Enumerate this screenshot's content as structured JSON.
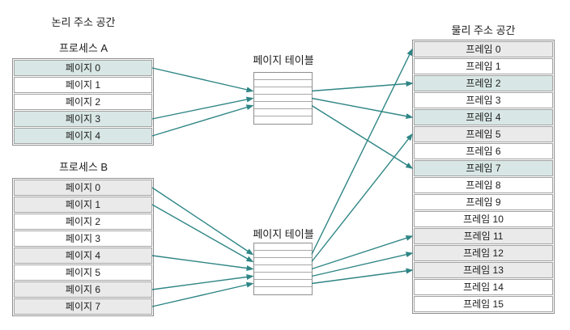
{
  "title_logical": "논리 주소 공간",
  "title_physical": "물리 주소 공간",
  "process_a": {
    "label": "프로세스 A",
    "pages": [
      {
        "label": "페이지 0",
        "highlight": "teal"
      },
      {
        "label": "페이지 1",
        "highlight": "none"
      },
      {
        "label": "페이지 2",
        "highlight": "none"
      },
      {
        "label": "페이지 3",
        "highlight": "teal"
      },
      {
        "label": "페이지 4",
        "highlight": "teal"
      }
    ]
  },
  "process_b": {
    "label": "프로세스 B",
    "pages": [
      {
        "label": "페이지 0",
        "highlight": "gray"
      },
      {
        "label": "페이지 1",
        "highlight": "gray"
      },
      {
        "label": "페이지 2",
        "highlight": "none"
      },
      {
        "label": "페이지 3",
        "highlight": "none"
      },
      {
        "label": "페이지 4",
        "highlight": "gray"
      },
      {
        "label": "페이지 5",
        "highlight": "none"
      },
      {
        "label": "페이지 6",
        "highlight": "gray"
      },
      {
        "label": "페이지 7",
        "highlight": "gray"
      }
    ]
  },
  "page_table_a": {
    "label": "페이지 테이블",
    "row_count": 7
  },
  "page_table_b": {
    "label": "페이지 테이블",
    "row_count": 7
  },
  "physical": {
    "frames": [
      {
        "label": "프레임 0",
        "highlight": "gray"
      },
      {
        "label": "프레임 1",
        "highlight": "none"
      },
      {
        "label": "프레임 2",
        "highlight": "teal"
      },
      {
        "label": "프레임 3",
        "highlight": "none"
      },
      {
        "label": "프레임 4",
        "highlight": "teal"
      },
      {
        "label": "프레임 5",
        "highlight": "gray"
      },
      {
        "label": "프레임 6",
        "highlight": "none"
      },
      {
        "label": "프레임 7",
        "highlight": "teal"
      },
      {
        "label": "프레임 8",
        "highlight": "none"
      },
      {
        "label": "프레임 9",
        "highlight": "none"
      },
      {
        "label": "프레임 10",
        "highlight": "none"
      },
      {
        "label": "프레임 11",
        "highlight": "gray"
      },
      {
        "label": "프레임 12",
        "highlight": "gray"
      },
      {
        "label": "프레임 13",
        "highlight": "gray"
      },
      {
        "label": "프레임 14",
        "highlight": "none"
      },
      {
        "label": "프레임 15",
        "highlight": "none"
      }
    ]
  },
  "colors": {
    "arrow": "#2f8585",
    "highlight_teal": "#d8e7e5",
    "highlight_gray": "#eaeaea",
    "border": "#8f8f8f"
  },
  "arrows": [
    {
      "from": "pageA0",
      "to": "ptA-r2"
    },
    {
      "from": "pageA3",
      "to": "ptA-r3"
    },
    {
      "from": "pageA4",
      "to": "ptA-r4"
    },
    {
      "from": "ptA-r2",
      "to": "frame2"
    },
    {
      "from": "ptA-r3",
      "to": "frame4"
    },
    {
      "from": "ptA-r4",
      "to": "frame7"
    },
    {
      "from": "pageB0",
      "to": "ptB-r1"
    },
    {
      "from": "pageB1",
      "to": "ptB-r2"
    },
    {
      "from": "pageB4",
      "to": "ptB-r3"
    },
    {
      "from": "pageB6",
      "to": "ptB-r4"
    },
    {
      "from": "pageB7",
      "to": "ptB-r5"
    },
    {
      "from": "ptB-r1",
      "to": "frame0"
    },
    {
      "from": "ptB-r2",
      "to": "frame5"
    },
    {
      "from": "ptB-r3",
      "to": "frame11"
    },
    {
      "from": "ptB-r4",
      "to": "frame12"
    },
    {
      "from": "ptB-r5",
      "to": "frame13"
    }
  ],
  "mappings": [
    {
      "process": "프로세스 A",
      "page": "페이지 0",
      "frame": "프레임 2"
    },
    {
      "process": "프로세스 A",
      "page": "페이지 3",
      "frame": "프레임 4"
    },
    {
      "process": "프로세스 A",
      "page": "페이지 4",
      "frame": "프레임 7"
    },
    {
      "process": "프로세스 B",
      "page": "페이지 0",
      "frame": "프레임 0"
    },
    {
      "process": "프로세스 B",
      "page": "페이지 1",
      "frame": "프레임 5"
    },
    {
      "process": "프로세스 B",
      "page": "페이지 4",
      "frame": "프레임 11"
    },
    {
      "process": "프로세스 B",
      "page": "페이지 6",
      "frame": "프레임 12"
    },
    {
      "process": "프로세스 B",
      "page": "페이지 7",
      "frame": "프레임 13"
    }
  ]
}
